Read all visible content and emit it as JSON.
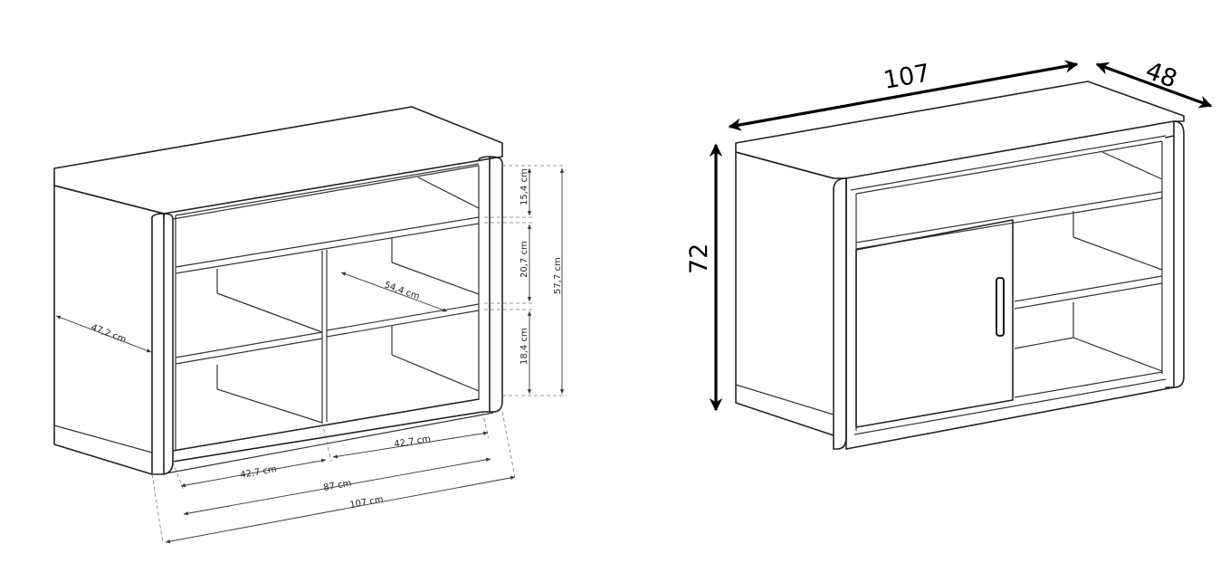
{
  "left_view": {
    "dims": {
      "depth": "47,2 cm",
      "shelf_depth": "54,4 cm",
      "top_height": "15,4 cm",
      "mid_height": "20,7 cm",
      "bottom_height": "18,4 cm",
      "inner_height": "57,7 cm",
      "compartment_left": "42,7 cm",
      "compartment_right": "42,7 cm",
      "inner_width": "87 cm",
      "total_width": "107 cm"
    }
  },
  "right_view": {
    "dims": {
      "width": "107",
      "depth": "48",
      "height": "72"
    }
  }
}
